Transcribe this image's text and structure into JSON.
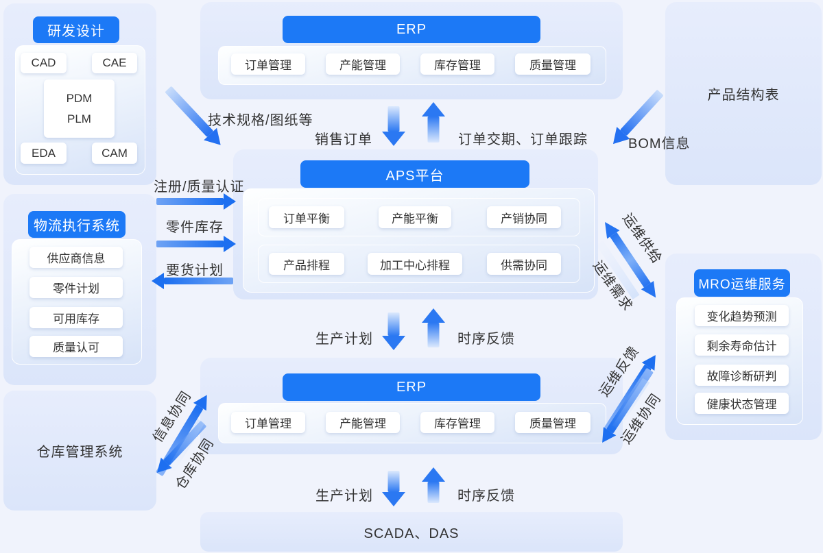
{
  "colors": {
    "header_blue": "#1C79F6",
    "arrow_strong": "#1D6FF0",
    "arrow_light": "#D9E8FD",
    "text_dark": "#333333",
    "container_fill": "#DFE8FB"
  },
  "boxes": {
    "rnd": {
      "title": "研发设计",
      "cards": [
        "CAD",
        "CAE",
        "EDA",
        "CAM"
      ],
      "center_card": [
        "PDM",
        "PLM"
      ]
    },
    "erp_top": {
      "title": "ERP",
      "cards": [
        "订单管理",
        "产能管理",
        "库存管理",
        "质量管理"
      ]
    },
    "product_structure": {
      "label": "产品结构表"
    },
    "logistics": {
      "title": "物流执行系统",
      "cards": [
        "供应商信息",
        "零件计划",
        "可用库存",
        "质量认可"
      ]
    },
    "aps": {
      "title": "APS平台",
      "row1": [
        "订单平衡",
        "产能平衡",
        "产销协同"
      ],
      "row2": [
        "产品排程",
        "加工中心排程",
        "供需协同"
      ]
    },
    "mro": {
      "title": "MRO运维服务",
      "cards": [
        "变化趋势预测",
        "剩余寿命估计",
        "故障诊断研判",
        "健康状态管理"
      ]
    },
    "warehouse": {
      "label": "仓库管理系统"
    },
    "erp_bottom": {
      "title": "ERP",
      "cards": [
        "订单管理",
        "产能管理",
        "库存管理",
        "质量管理"
      ]
    },
    "scada": {
      "label": "SCADA、DAS"
    }
  },
  "labels": {
    "tech_spec": "技术规格/图纸等",
    "sales_order": "销售订单",
    "order_due": "订单交期、订单跟踪",
    "bom": "BOM信息",
    "register": "注册/质量认证",
    "parts_stock": "零件库存",
    "material_plan": "要货计划",
    "om_supply": "运维供给",
    "om_demand": "运维需求",
    "prod_plan_mid": "生产计划",
    "time_feedback_mid": "时序反馈",
    "om_feedback": "运维反馈",
    "om_collab": "运维协同",
    "info_collab": "信息协同",
    "wh_collab": "仓库协同",
    "prod_plan_bottom": "生产计划",
    "time_feedback_bottom": "时序反馈"
  }
}
